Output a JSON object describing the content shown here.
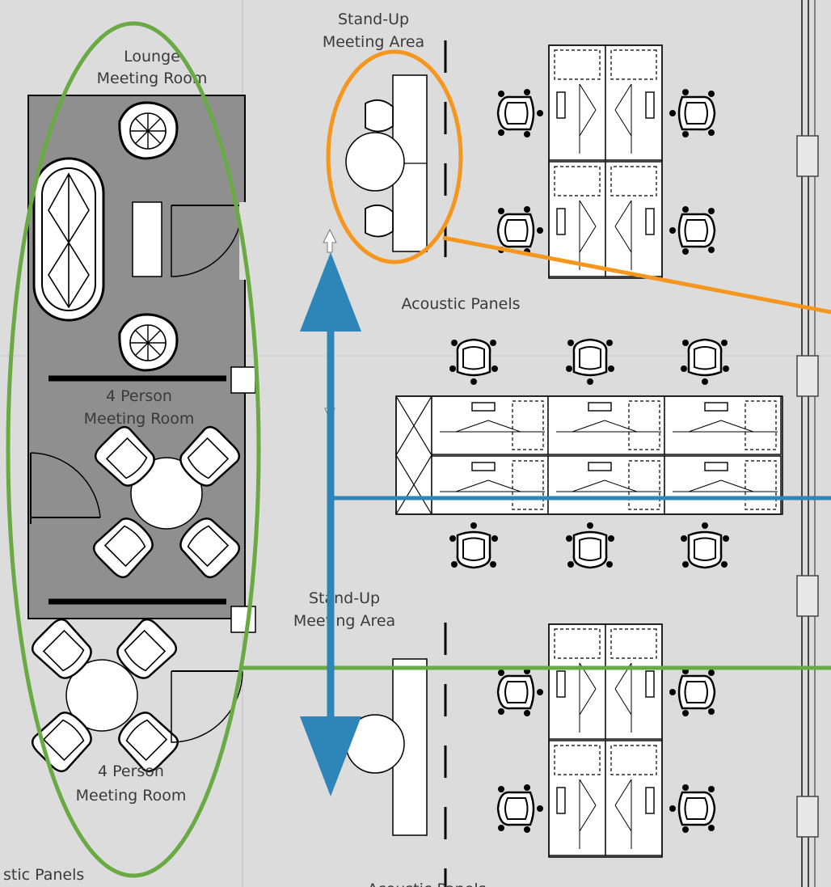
{
  "labels": {
    "lounge_line1": "Lounge",
    "lounge_line2": "Meeting Room",
    "standup_top_line1": "Stand-Up",
    "standup_top_line2": "Meeting Area",
    "acoustic_mid": "Acoustic Panels",
    "room2_line1": "4 Person",
    "room2_line2": "Meeting Room",
    "standup_bottom_line1": "Stand-Up",
    "standup_bottom_line2": "Meeting Area",
    "room3_line1": "4 Person",
    "room3_line2": "Meeting Room",
    "acoustic_bottom_left": "stic Panels",
    "acoustic_bottom_center": "Acoustic Panels"
  },
  "colors": {
    "background": "#dcdcdc",
    "room_fill": "#8f8f8f",
    "green_annotation": "#6aaa45",
    "orange_annotation": "#f5961e",
    "blue_annotation": "#2e86b8"
  },
  "icons": [
    "desk-chair-icon",
    "round-table-icon",
    "lounge-chair-icon",
    "sofa-icon",
    "door-swing-icon",
    "double-arrow-icon"
  ]
}
